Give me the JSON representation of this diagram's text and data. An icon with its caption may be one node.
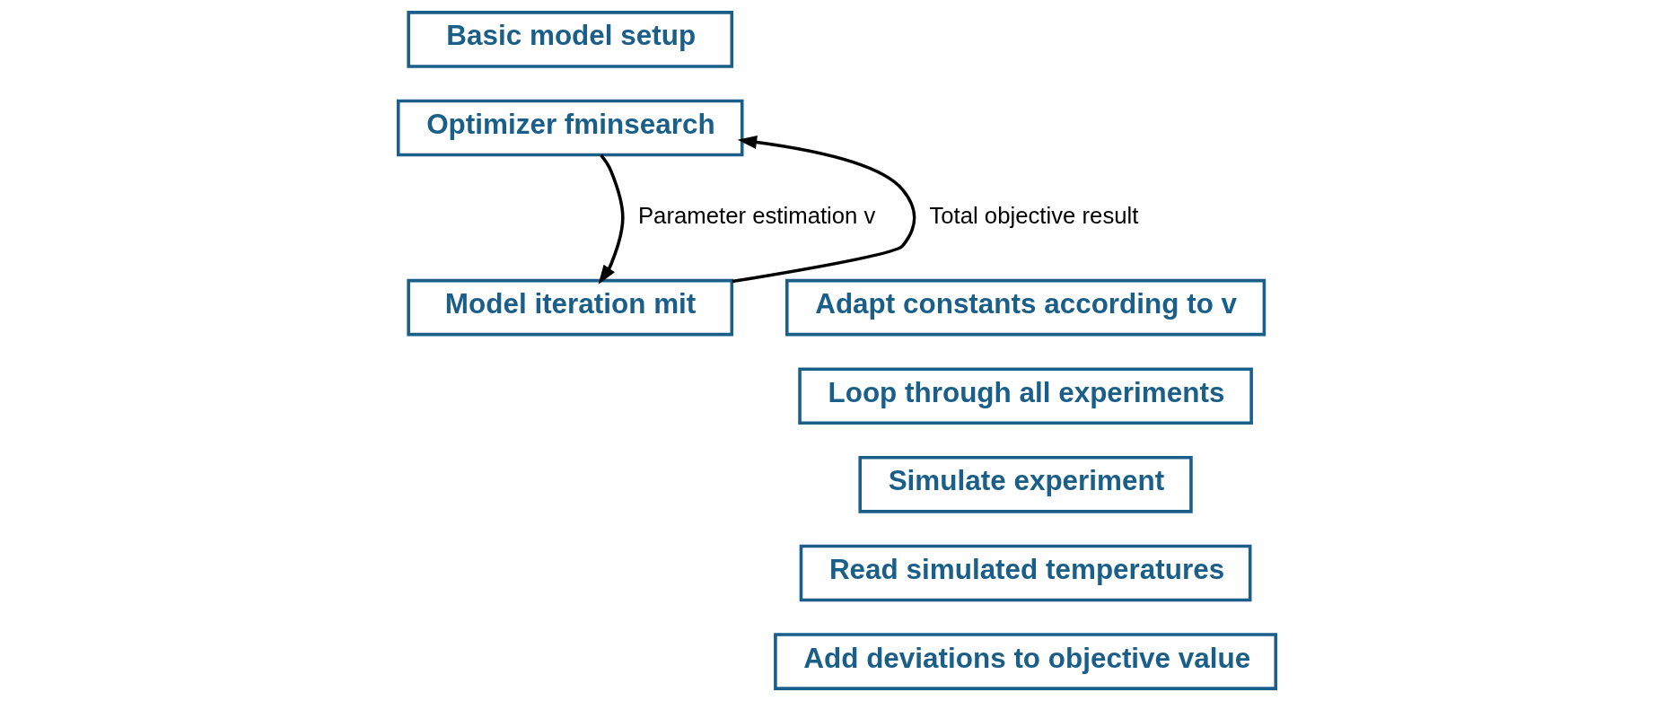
{
  "diagram": {
    "nodes": [
      {
        "text": [
          "Basic model setup"
        ]
      },
      {
        "text": [
          "Optimizer fminsearch"
        ]
      },
      {
        "text": [
          "Model iteration mit"
        ]
      },
      {
        "text": [
          "Adapt constants according to v"
        ]
      },
      {
        "text": [
          "Loop through all experiments"
        ]
      },
      {
        "text": [
          "Simulate experiment"
        ]
      },
      {
        "text": [
          "Read simulated temperatures"
        ]
      },
      {
        "text": [
          "Add deviations to objective value"
        ]
      }
    ],
    "edges": [
      {
        "from": 1,
        "to": 2,
        "arrow": "to",
        "label": "Parameter estimation v"
      },
      {
        "from": 2,
        "to": 1,
        "arrow": "to",
        "label": "Total objective result"
      }
    ]
  }
}
